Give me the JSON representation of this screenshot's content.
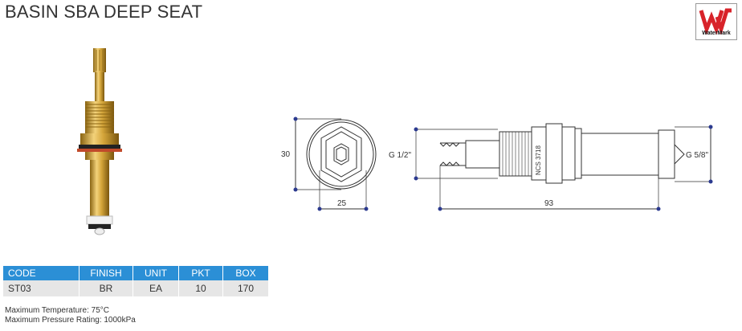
{
  "title": "BASIN SBA DEEP SEAT",
  "logo": {
    "text": "WaterMark",
    "icon": "watermark-logo-icon",
    "color": "#d8232a"
  },
  "drawing": {
    "front_height_label": "30",
    "front_width_label": "25",
    "thread_inlet_label": "G 1/2\"",
    "thread_outlet_label": "G 5/8\"",
    "length_label": "93",
    "body_marking": "NCS 3718"
  },
  "table": {
    "headers": [
      "CODE",
      "FINISH",
      "UNIT",
      "PKT",
      "BOX"
    ],
    "row": [
      "ST03",
      "BR",
      "EA",
      "10",
      "170"
    ],
    "header_color": "#2b8fd6"
  },
  "notes": {
    "max_temp": "Maximum Temperature: 75°C",
    "max_pressure": "Maximum Pressure Rating: 1000kPa"
  }
}
